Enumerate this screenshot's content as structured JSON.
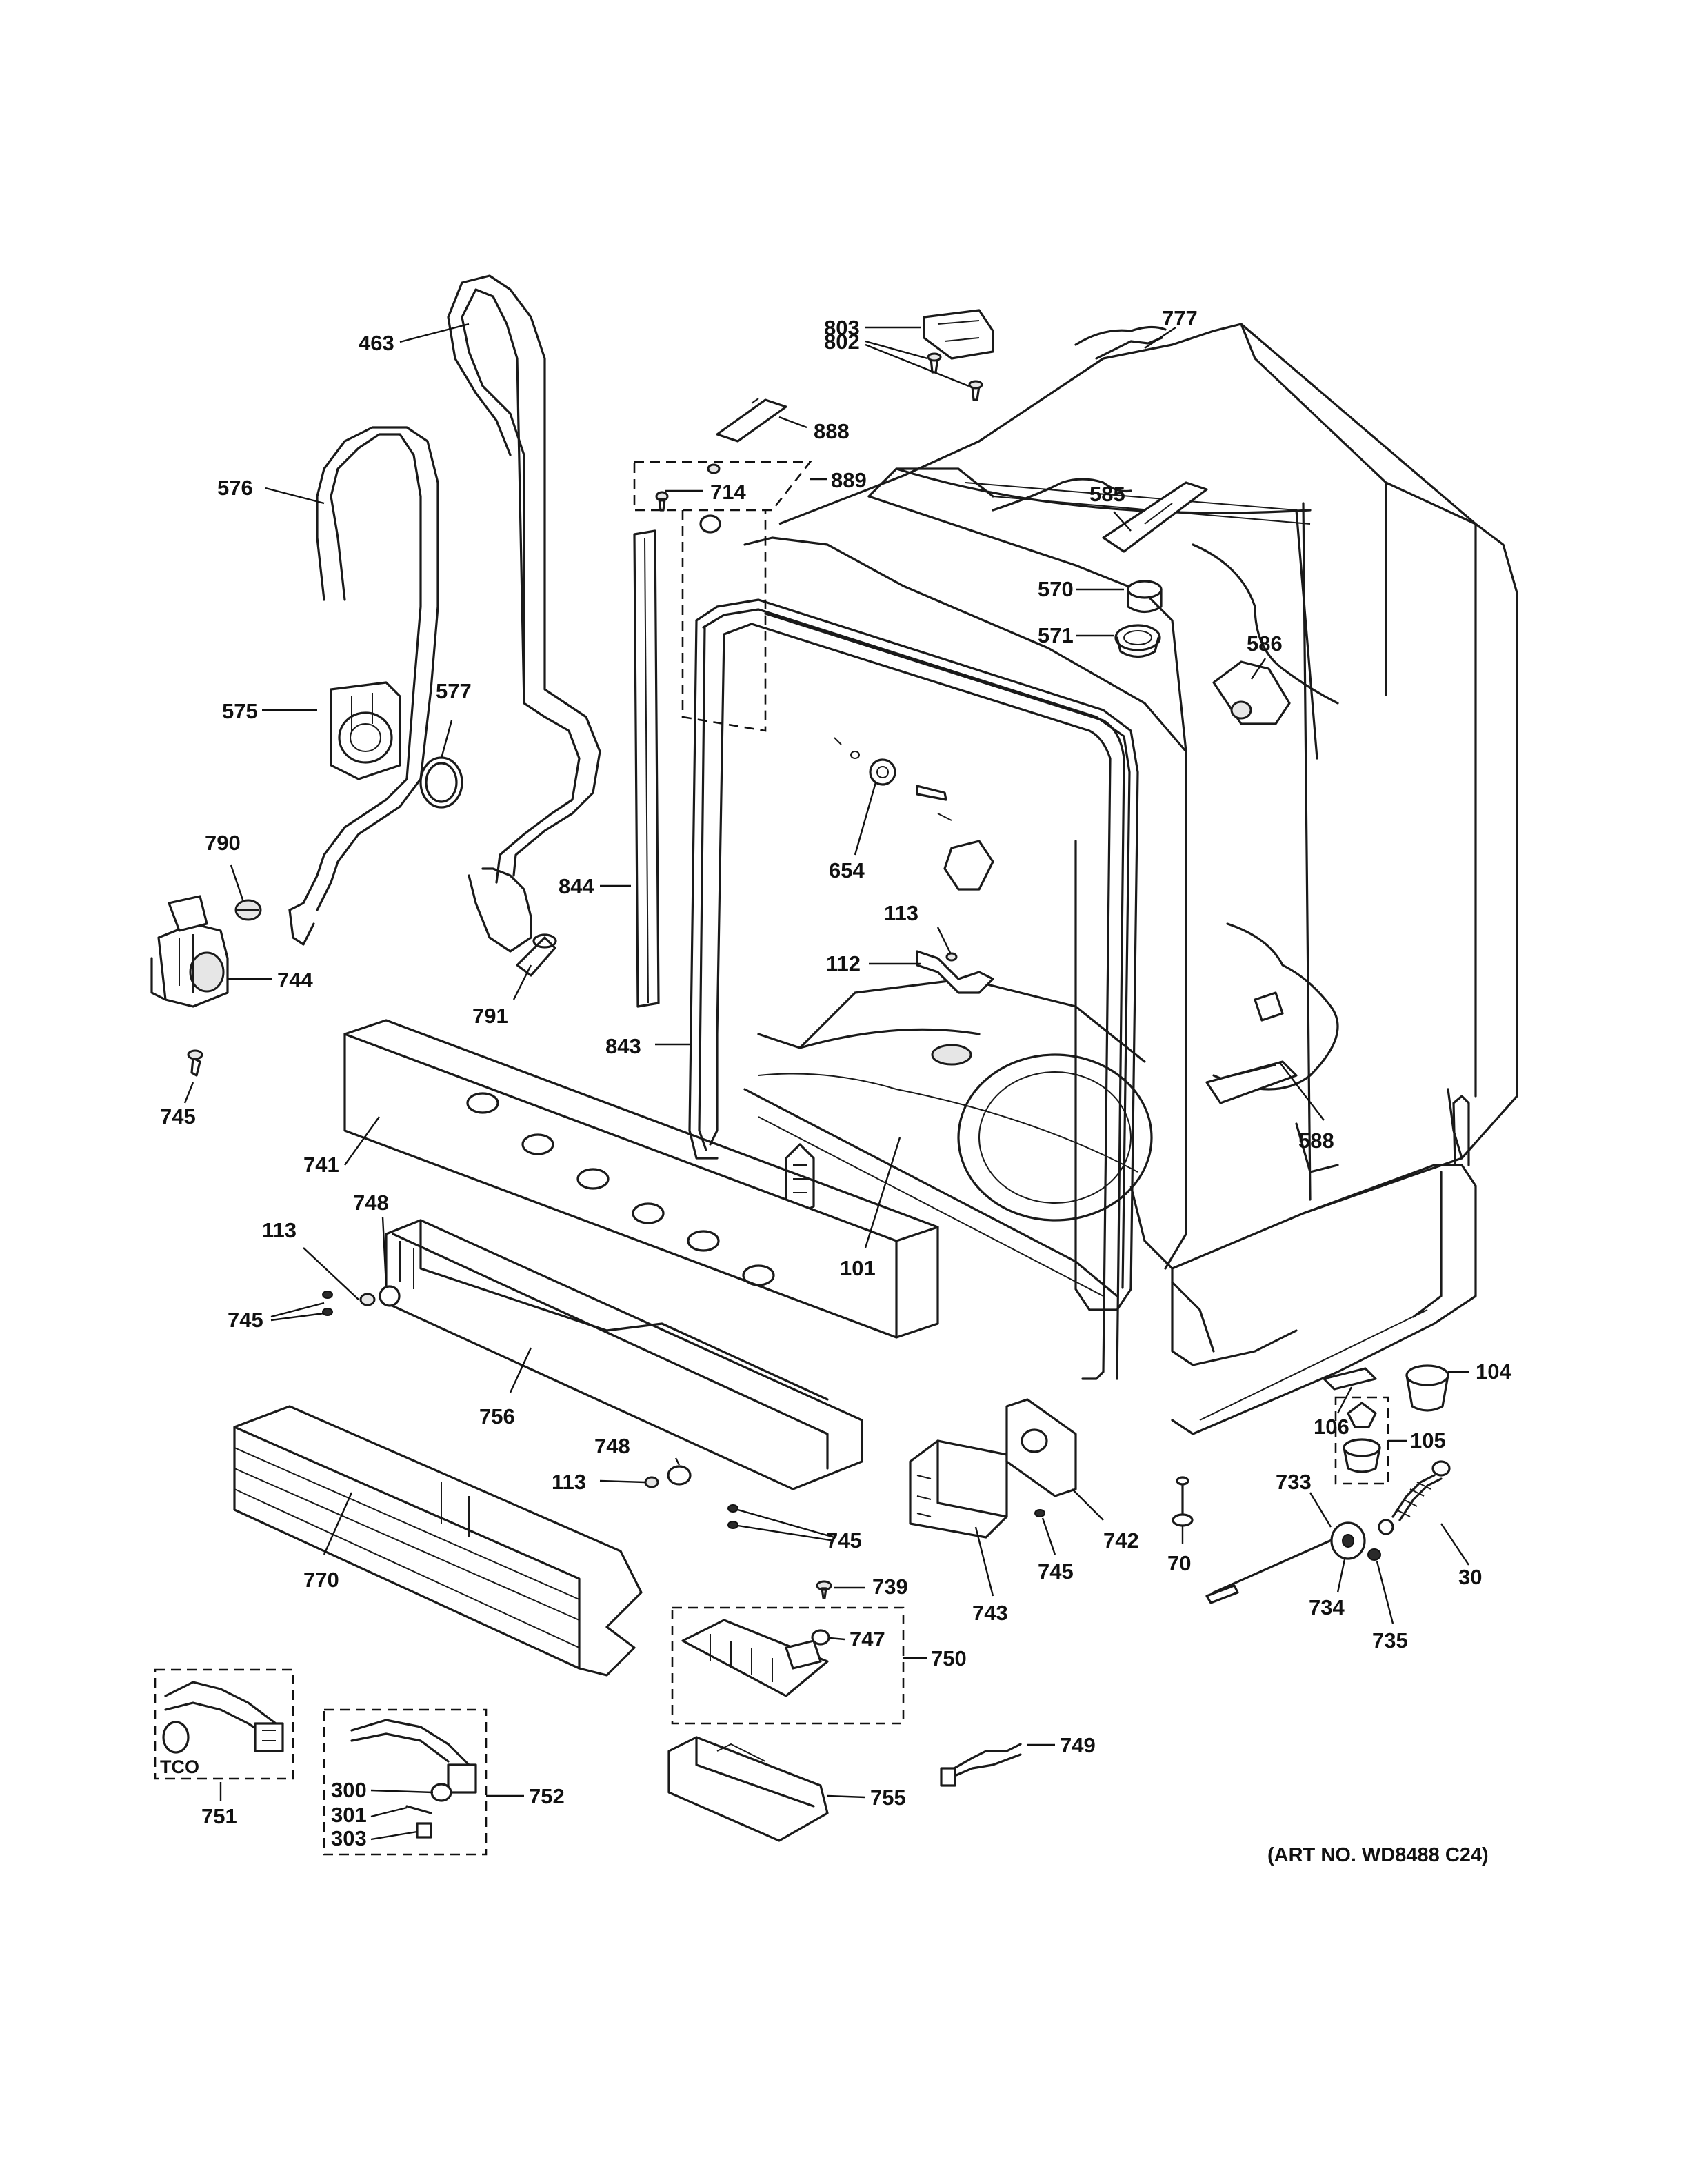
{
  "diagram": {
    "art_number": "(ART NO. WD8488 C24)",
    "tco_label": "TCO",
    "callouts": {
      "c463": "463",
      "c576": "576",
      "c575": "575",
      "c577": "577",
      "c790": "790",
      "c744": "744",
      "c745a": "745",
      "c791": "791",
      "c803": "803",
      "c802": "802",
      "c888": "888",
      "c889": "889",
      "c714": "714",
      "c777": "777",
      "c585": "585",
      "c570": "570",
      "c571": "571",
      "c586": "586",
      "c654": "654",
      "c844": "844",
      "c843": "843",
      "c113a": "113",
      "c112": "112",
      "c588": "588",
      "c101": "101",
      "c741": "741",
      "c113b": "113",
      "c748a": "748",
      "c745b": "745",
      "c756": "756",
      "c770": "770",
      "c748b": "748",
      "c113c": "113",
      "c745c": "745",
      "c743": "743",
      "c745d": "745",
      "c742": "742",
      "c739": "739",
      "c747": "747",
      "c750": "750",
      "c749": "749",
      "c755": "755",
      "c751": "751",
      "c300": "300",
      "c301": "301",
      "c303": "303",
      "c752": "752",
      "c104": "104",
      "c106": "106",
      "c105": "105",
      "c733": "733",
      "c70": "70",
      "c734": "734",
      "c735": "735",
      "c30": "30"
    }
  }
}
